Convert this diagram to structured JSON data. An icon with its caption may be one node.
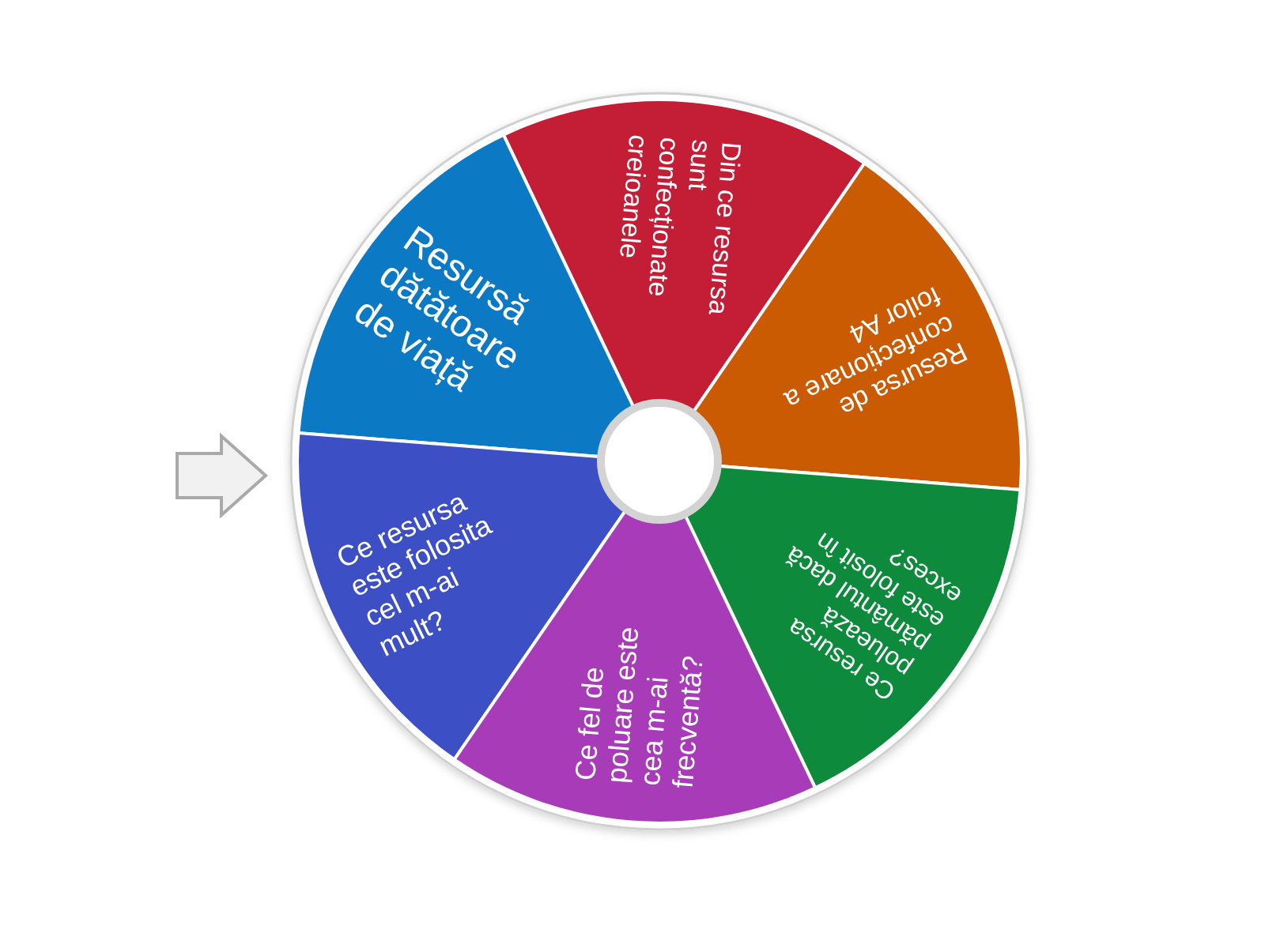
{
  "diagram": {
    "nodes": [
      {
        "text": [
          "Din ce resursa sunt confecționate creioanele"
        ]
      },
      {
        "text": [
          "Resursă dătătoare de viață"
        ]
      },
      {
        "text": [
          "Resursa de confecționare a foilor A4"
        ]
      },
      {
        "text": [
          "Ce resursa este folosita cel m-ai mult?"
        ]
      },
      {
        "text": [
          "Ce resursa poluează pământul dacă este folosit în exces?"
        ]
      },
      {
        "text": [
          "Ce fel de poluare este cea m-ai frecventă?"
        ]
      }
    ]
  }
}
